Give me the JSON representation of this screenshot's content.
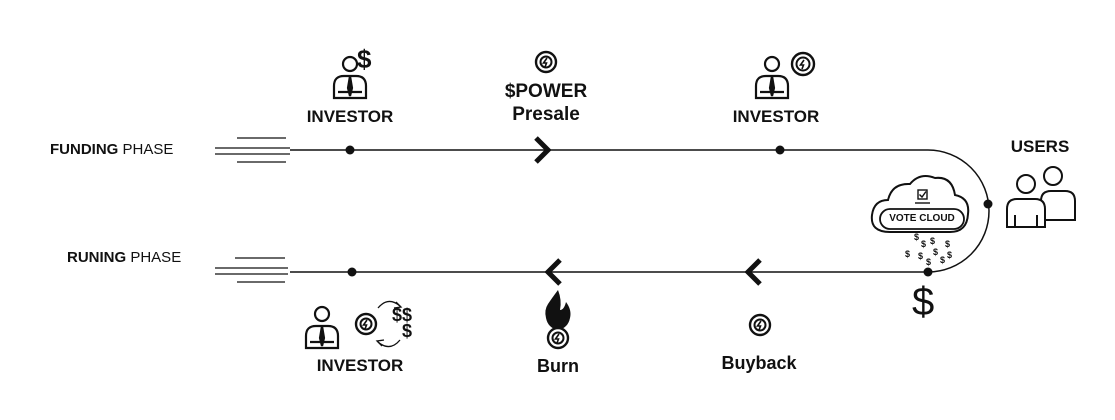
{
  "phases": {
    "funding": {
      "bold": "FUNDING",
      "rest": "PHASE"
    },
    "running": {
      "bold": "RUNING",
      "rest": "PHASE"
    }
  },
  "top_nodes": [
    {
      "label": "INVESTOR",
      "icon": "investor-dollar-icon"
    },
    {
      "line1": "$POWER",
      "line2": "Presale",
      "icon": "power-coin-icon"
    },
    {
      "label": "INVESTOR",
      "icon": "investor-coin-icon"
    }
  ],
  "right_node": {
    "label": "USERS",
    "icon": "users-icon",
    "cloud_label": "VOTE CLOUD",
    "dollar": "$"
  },
  "bottom_nodes": [
    {
      "label": "Buyback",
      "icon": "power-coin-icon"
    },
    {
      "label": "Burn",
      "icon": "flame-coin-icon"
    },
    {
      "label": "INVESTOR",
      "icon": "investor-exchange-icon",
      "dollars": "$$$"
    }
  ],
  "colors": {
    "stroke": "#111111",
    "background": "#ffffff"
  }
}
